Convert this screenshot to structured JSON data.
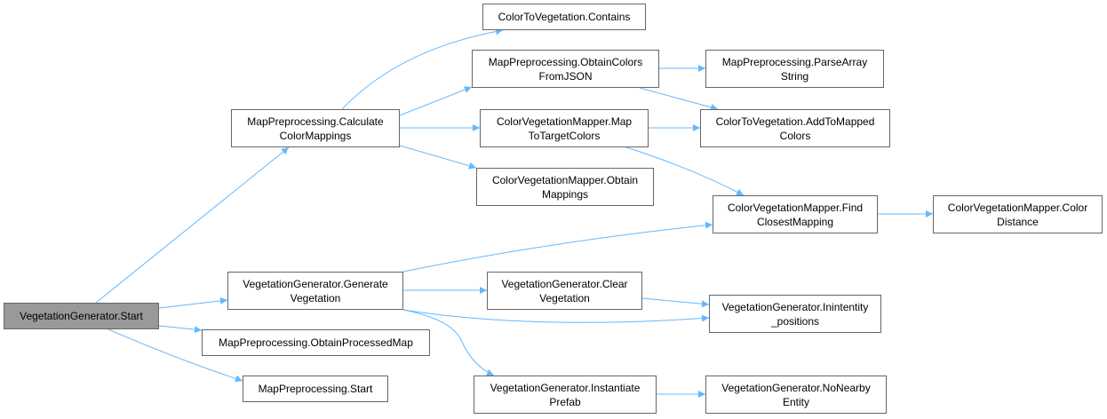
{
  "graph": {
    "edge_color": "#63b8ff",
    "root_fill": "#999999",
    "nodes": {
      "root": {
        "lines": [
          "VegetationGenerator.Start"
        ]
      },
      "calc": {
        "lines": [
          "MapPreprocessing.Calculate",
          "ColorMappings"
        ]
      },
      "gen": {
        "lines": [
          "VegetationGenerator.Generate",
          "Vegetation"
        ]
      },
      "oproc": {
        "lines": [
          "MapPreprocessing.ObtainProcessedMap"
        ]
      },
      "mstart": {
        "lines": [
          "MapPreprocessing.Start"
        ]
      },
      "ctvc": {
        "lines": [
          "ColorToVegetation.Contains"
        ]
      },
      "ocfj": {
        "lines": [
          "MapPreprocessing.ObtainColors",
          "FromJSON"
        ]
      },
      "cvmmap": {
        "lines": [
          "ColorVegetationMapper.Map",
          "ToTargetColors"
        ]
      },
      "cvmobt": {
        "lines": [
          "ColorVegetationMapper.Obtain",
          "Mappings"
        ]
      },
      "pas": {
        "lines": [
          "MapPreprocessing.ParseArray",
          "String"
        ]
      },
      "ctvadd": {
        "lines": [
          "ColorToVegetation.AddToMapped",
          "Colors"
        ]
      },
      "find": {
        "lines": [
          "ColorVegetationMapper.Find",
          "ClosestMapping"
        ]
      },
      "dist": {
        "lines": [
          "ColorVegetationMapper.Color",
          "Distance"
        ]
      },
      "clear": {
        "lines": [
          "VegetationGenerator.Clear",
          "Vegetation"
        ]
      },
      "inten": {
        "lines": [
          "VegetationGenerator.Inintentity",
          "_positions"
        ]
      },
      "inst": {
        "lines": [
          "VegetationGenerator.Instantiate",
          "Prefab"
        ]
      },
      "nearby": {
        "lines": [
          "VegetationGenerator.NoNearby",
          "Entity"
        ]
      }
    }
  }
}
